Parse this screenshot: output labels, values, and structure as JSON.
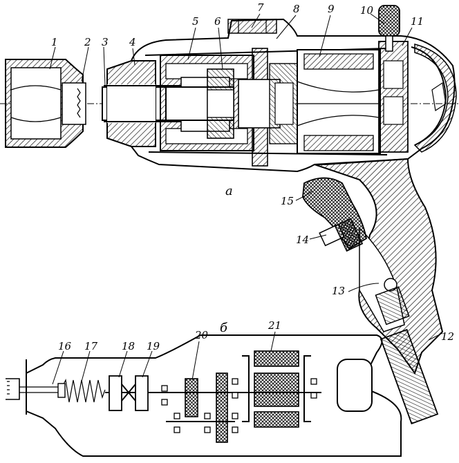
{
  "figure": {
    "view_a_label": "а",
    "view_b_label": "б",
    "part_numbers": [
      "1",
      "2",
      "3",
      "4",
      "5",
      "6",
      "7",
      "8",
      "9",
      "10",
      "11",
      "12",
      "13",
      "14",
      "15",
      "16",
      "17",
      "18",
      "19",
      "20",
      "21"
    ]
  },
  "colors": {
    "ink": "#000000",
    "paper": "#ffffff"
  }
}
